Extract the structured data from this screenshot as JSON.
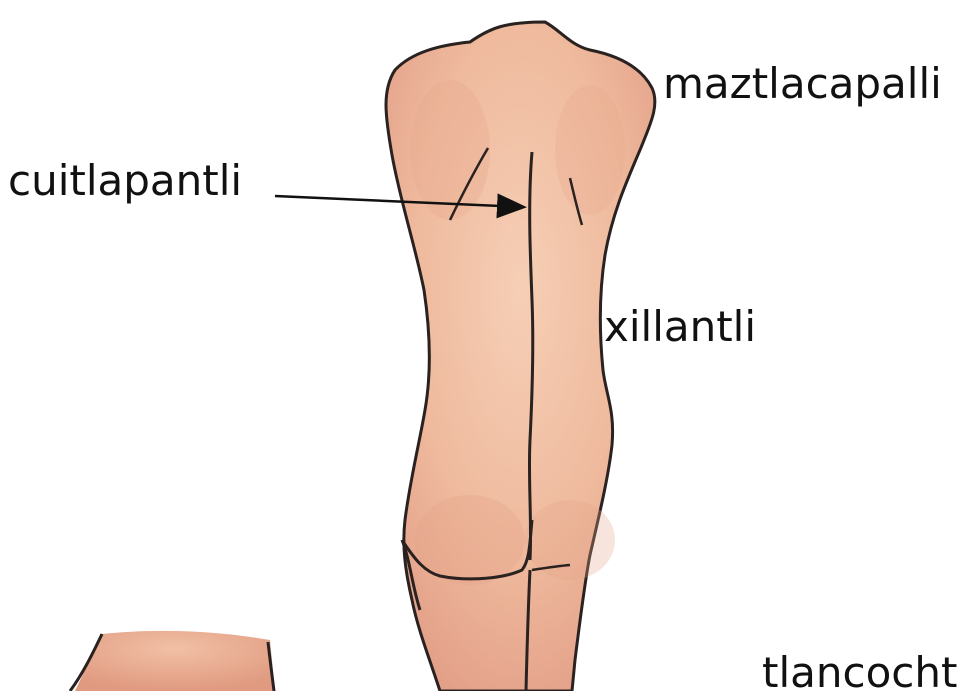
{
  "labels": {
    "shoulder": "maztlacapalli",
    "back": "cuitlapantli",
    "side": "xillantli",
    "knee": "tlancocht"
  },
  "colors": {
    "skin": "#f0bfa3",
    "skin_shadow": "#e3a088",
    "outline": "#2a2220",
    "text": "#111111"
  }
}
